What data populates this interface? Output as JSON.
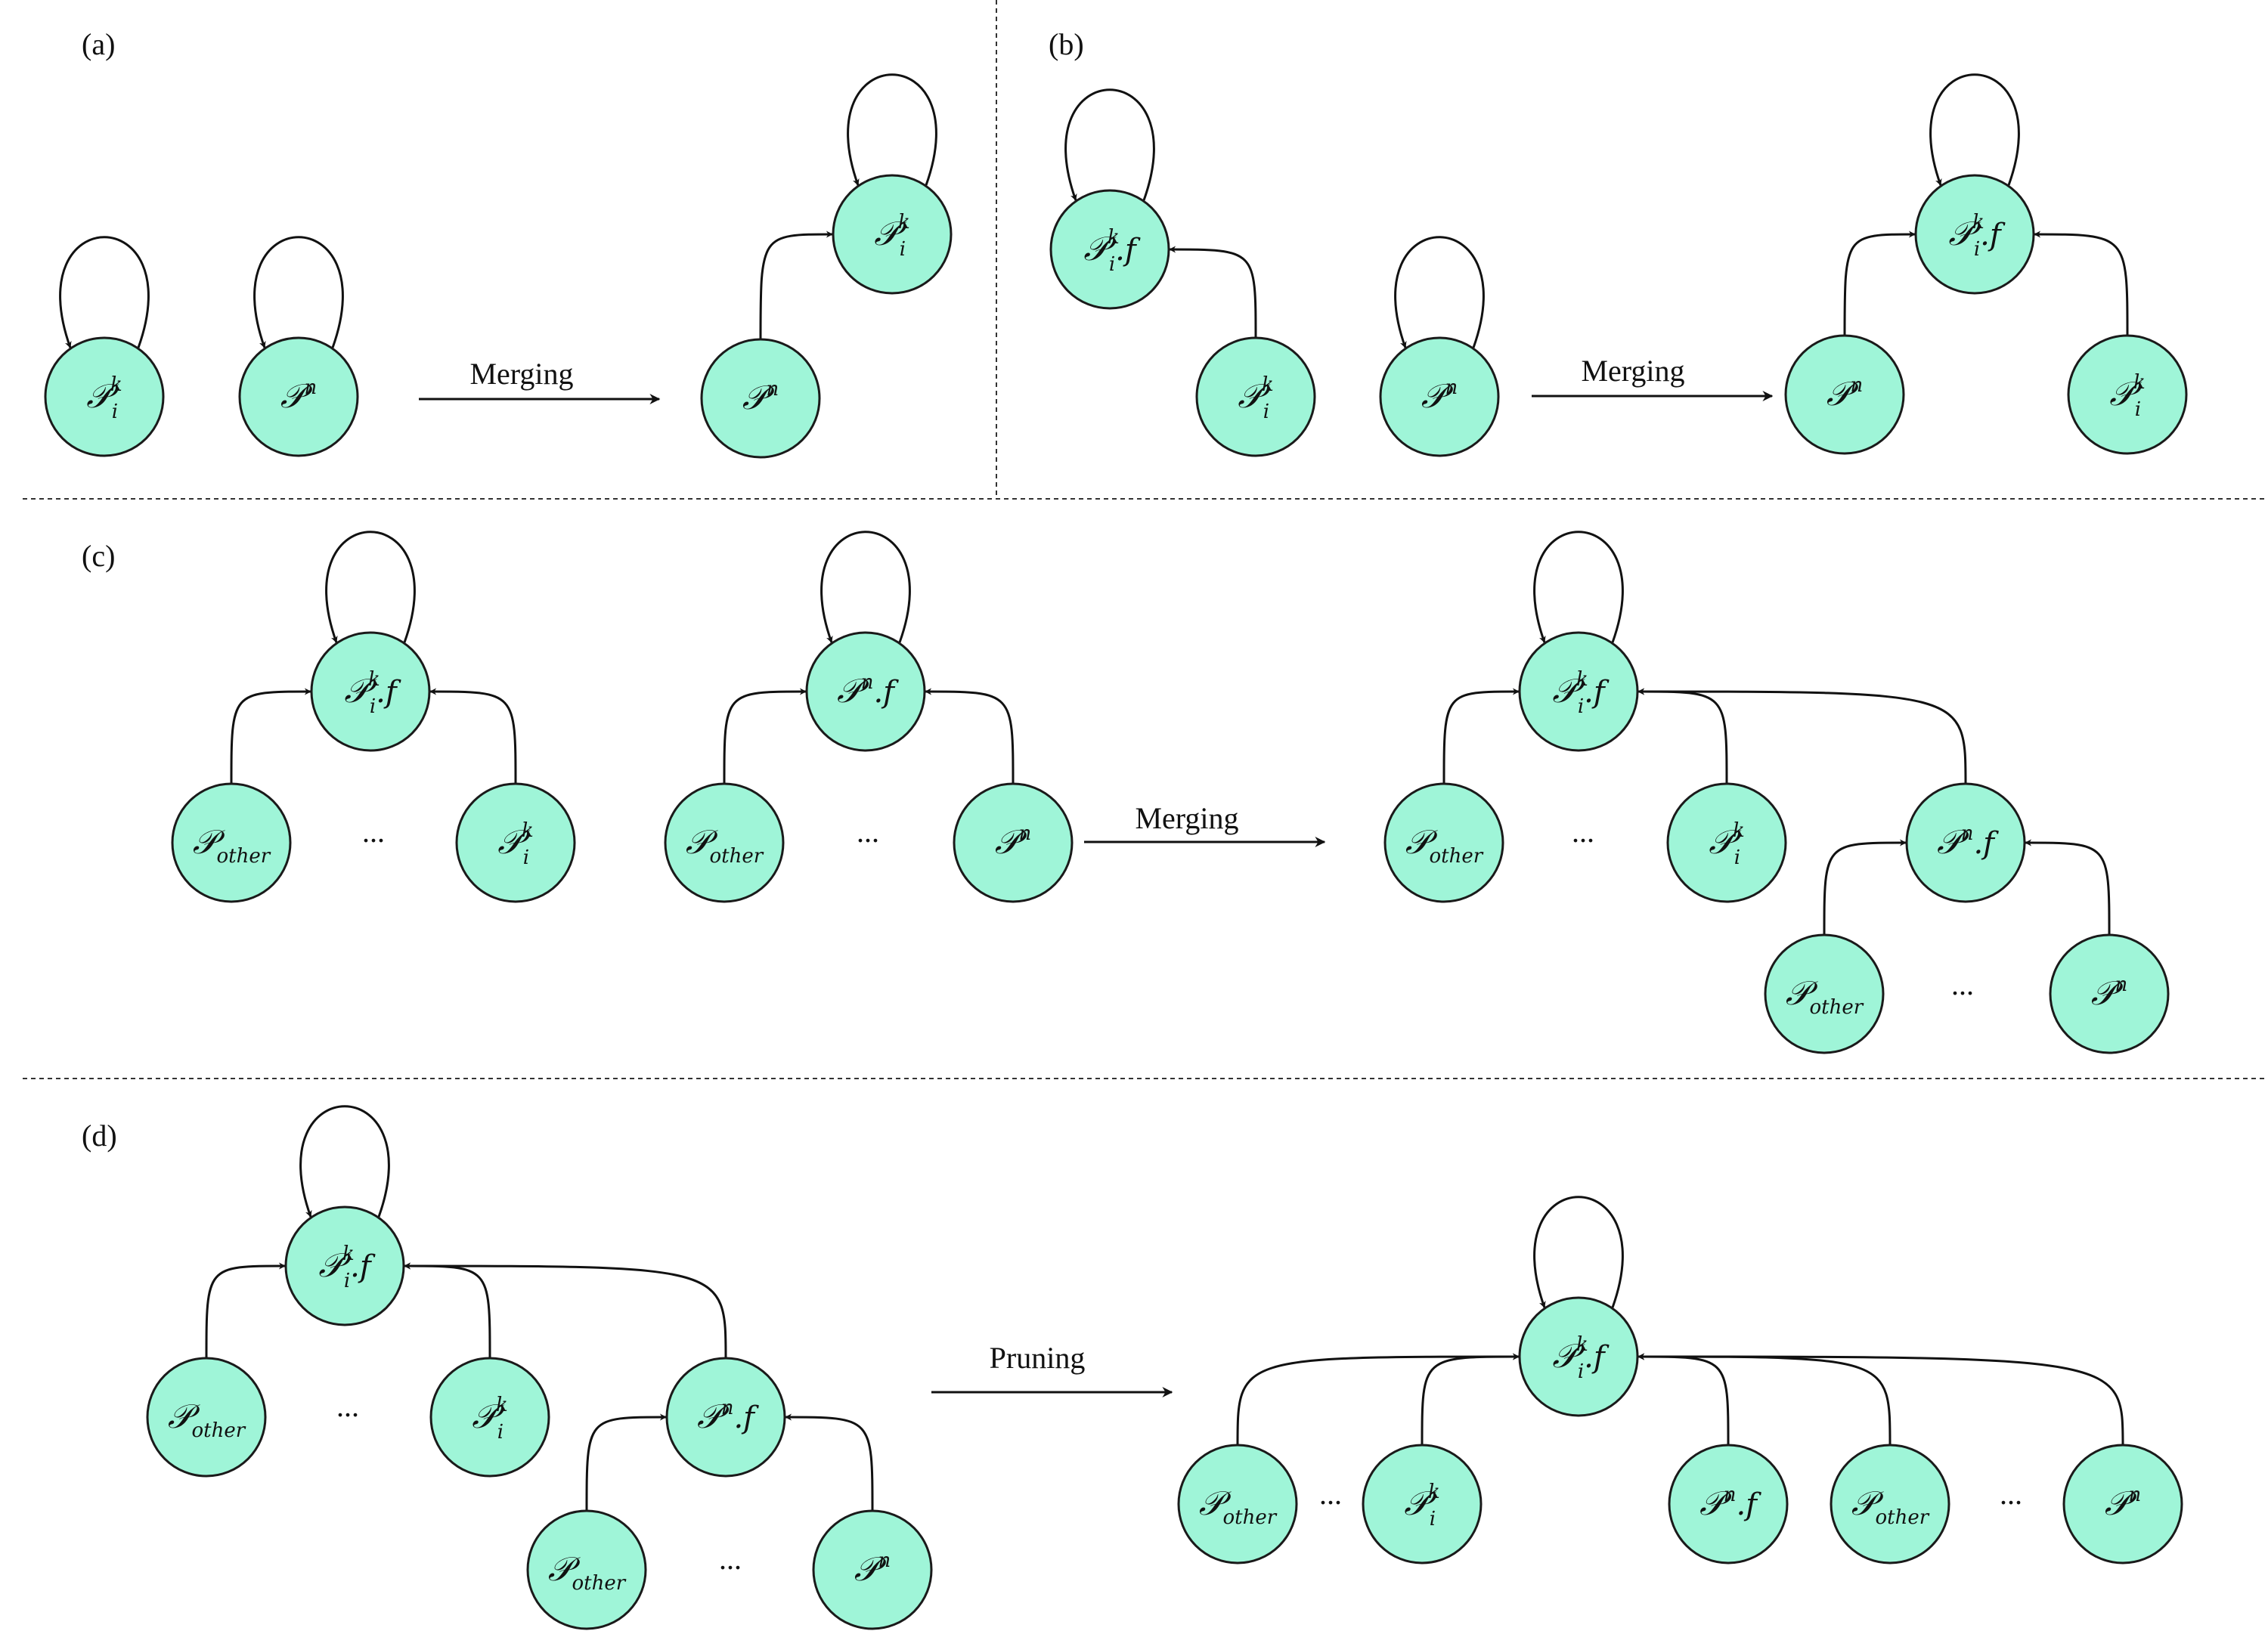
{
  "panels": [
    {
      "label": "(a)",
      "operation": "Merging"
    },
    {
      "label": "(b)",
      "operation": "Merging"
    },
    {
      "label": "(c)",
      "operation": "Merging"
    },
    {
      "label": "(d)",
      "operation": "Pruning"
    }
  ],
  "nodes": {
    "pik": {
      "base": "𝒫",
      "sup": "k",
      "sub": "i",
      "suffix": ""
    },
    "pikf": {
      "base": "𝒫",
      "sup": "k",
      "sub": "i",
      "suffix": ".f"
    },
    "pn": {
      "base": "𝒫",
      "sup": "n",
      "sub": "",
      "suffix": ""
    },
    "pnf": {
      "base": "𝒫",
      "sup": "n",
      "sub": "",
      "suffix": ".f"
    },
    "pother": {
      "base": "𝒫",
      "sup": "",
      "sub": "other",
      "suffix": ""
    }
  },
  "ellipsis": "..."
}
